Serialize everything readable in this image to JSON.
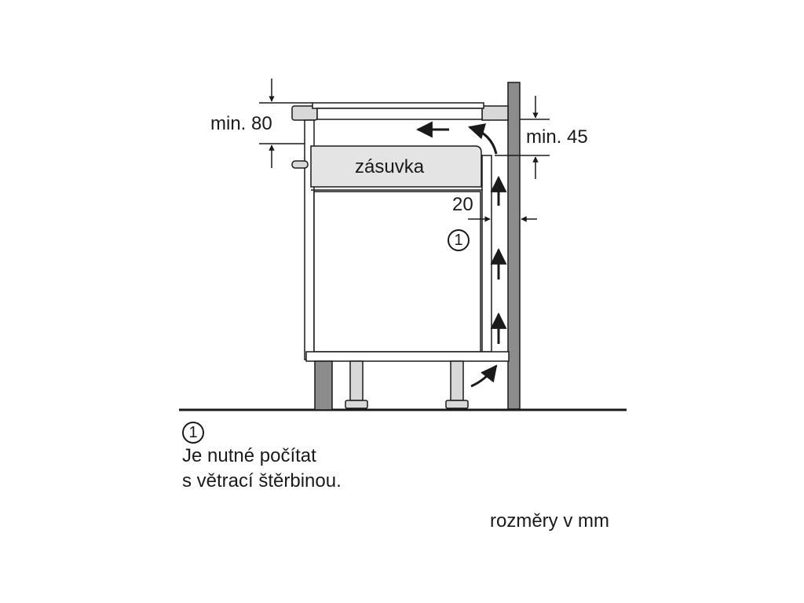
{
  "labels": {
    "min_top_left": "min. 80",
    "min_top_right": "min. 45",
    "gap_side": "20",
    "drawer": "zásuvka"
  },
  "marker": {
    "symbol": "1"
  },
  "legend": {
    "symbol": "1",
    "line1": "Je nutné počítat",
    "line2": "s větrací štěrbinou."
  },
  "units_note": "rozměry v mm",
  "colors": {
    "line": "#1a1a1a",
    "wall": "#8c8c8c",
    "panel": "#d8d8d8",
    "drawer_fill": "#e4e4e4"
  }
}
